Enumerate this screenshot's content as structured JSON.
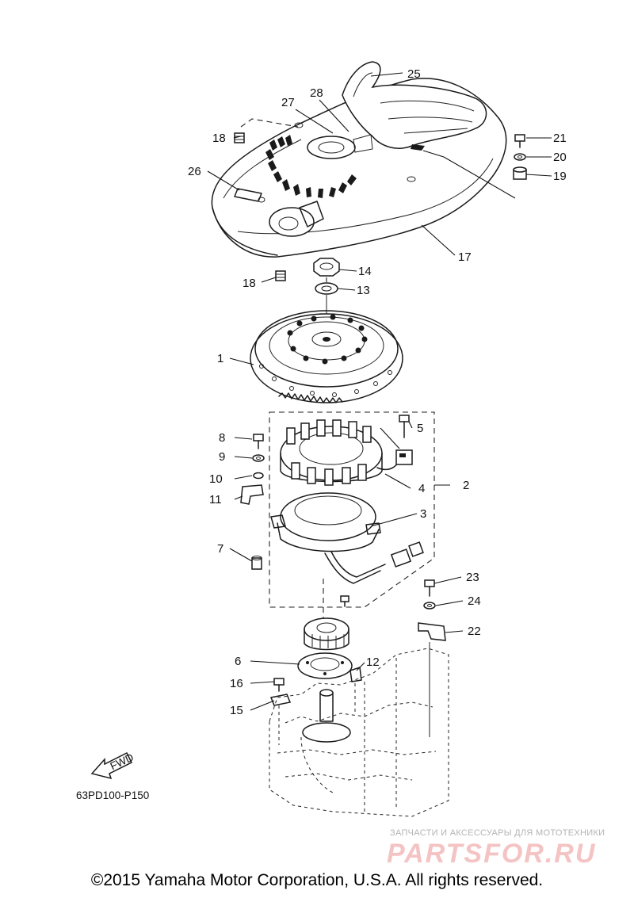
{
  "diagram_code": "63PD100-P150",
  "fwd_label": "FWD",
  "watermark": {
    "tagline": "ЗАПЧАСТИ И АКСЕССУАРЫ ДЛЯ МОТОТЕХНИКИ",
    "logo": "PARTSFOR.RU"
  },
  "copyright": "©2015 Yamaha Motor Corporation, U.S.A. All rights reserved.",
  "callouts": {
    "c1": "1",
    "c2": "2",
    "c3": "3",
    "c4": "4",
    "c5": "5",
    "c6": "6",
    "c7": "7",
    "c8": "8",
    "c9": "9",
    "c10": "10",
    "c11": "11",
    "c12": "12",
    "c13": "13",
    "c14": "14",
    "c15": "15",
    "c16": "16",
    "c17": "17",
    "c18a": "18",
    "c18b": "18",
    "c19": "19",
    "c20": "20",
    "c21": "21",
    "c22": "22",
    "c23": "23",
    "c24": "24",
    "c25": "25",
    "c26": "26",
    "c27": "27",
    "c28": "28"
  },
  "colors": {
    "line": "#1a1a1a",
    "watermark": "#f4c4c4",
    "background": "#ffffff"
  }
}
